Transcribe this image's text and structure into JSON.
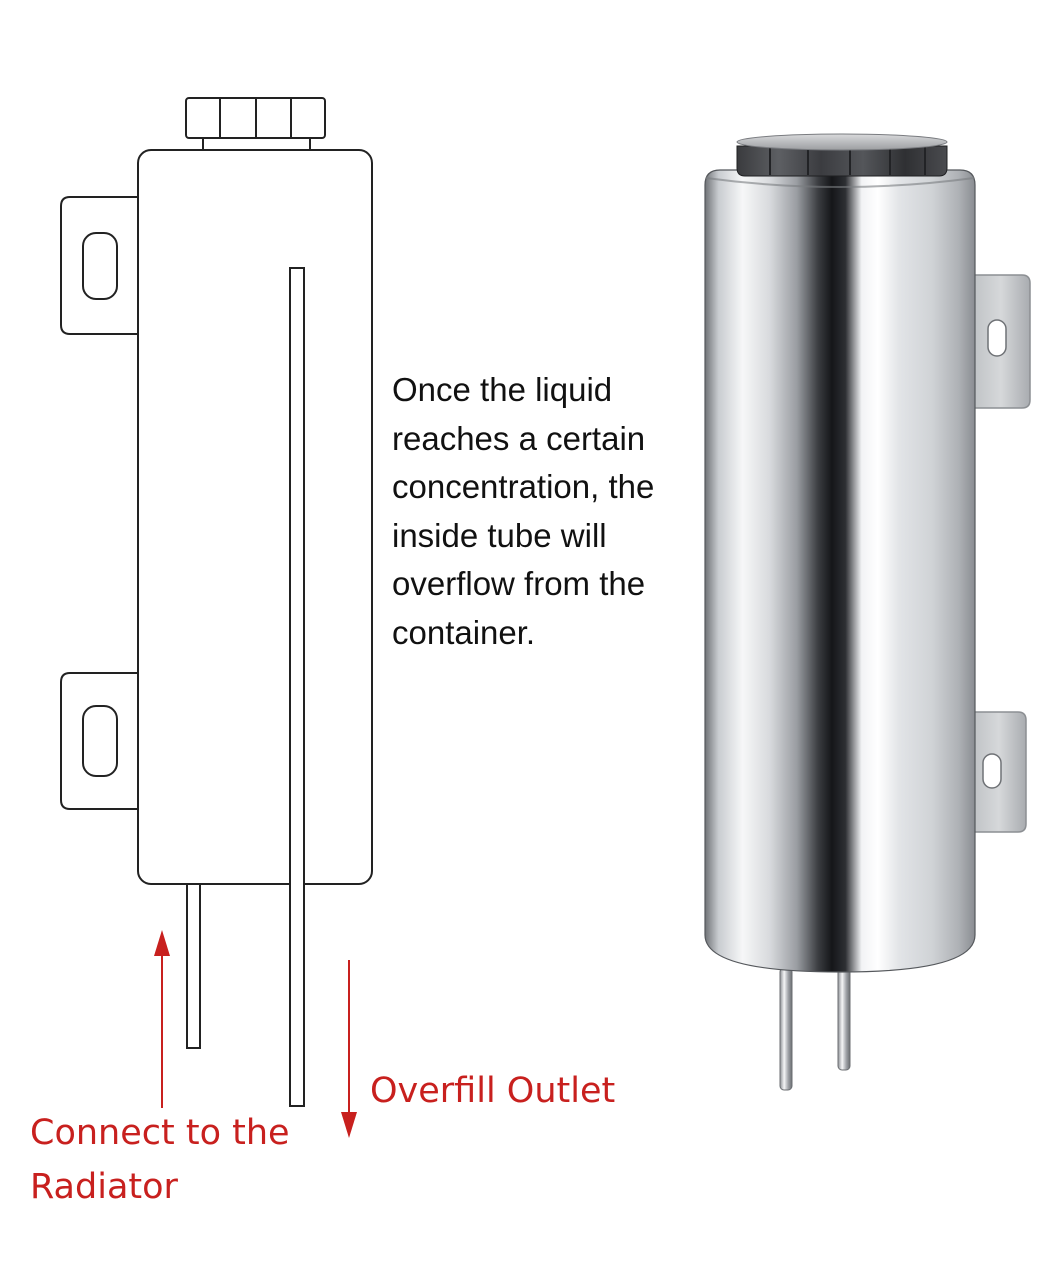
{
  "description": {
    "lines": [
      "Once the liquid",
      "reaches a certain",
      "concentration, the",
      "inside tube will",
      "overflow from the",
      "container."
    ]
  },
  "labels": {
    "inlet": {
      "lines": [
        "Connect to the",
        "Radiator"
      ]
    },
    "outlet": "Overfill Outlet"
  },
  "colors": {
    "annotation": "#c8201e",
    "outline": "#222222",
    "text": "#111111"
  },
  "icons": {
    "inlet_arrow": "arrow-up",
    "outlet_arrow": "arrow-down"
  }
}
